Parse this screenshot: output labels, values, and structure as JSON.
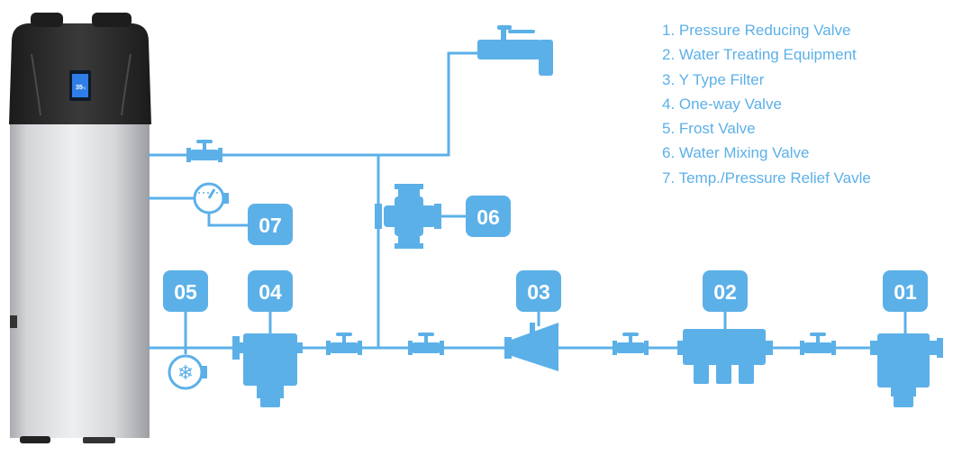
{
  "legend": [
    "1. Pressure Reducing Valve",
    "2. Water Treating Equipment",
    "3. Y Type Filter",
    "4. One-way Valve",
    "5. Frost Valve",
    "6. Water Mixing Valve",
    "7. Temp./Pressure Relief Vavle"
  ],
  "badges": {
    "b01": "01",
    "b02": "02",
    "b03": "03",
    "b04": "04",
    "b05": "05",
    "b06": "06",
    "b07": "07"
  },
  "heater_display": {
    "value": "35",
    "unit": "°C"
  },
  "colors": {
    "accent": "#5cb0e8",
    "heater_top": "#2a2a2a",
    "heater_body": "#d9dadc",
    "display": "#2f7ee8"
  }
}
